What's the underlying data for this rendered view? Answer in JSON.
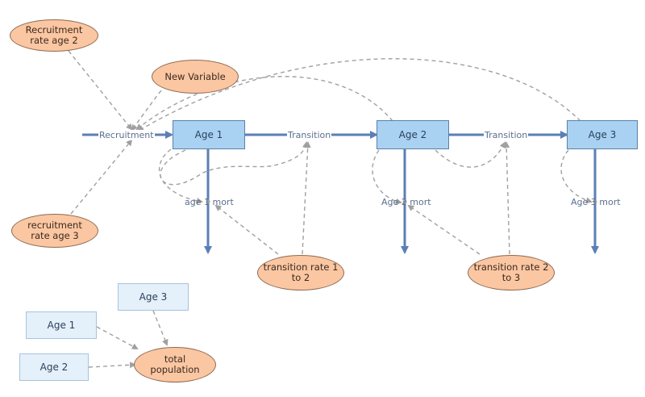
{
  "stocks": {
    "age1": "Age 1",
    "age2": "Age 2",
    "age3": "Age 3"
  },
  "flows": {
    "recruitment": "Recruitment",
    "transition1": "Transition",
    "transition2": "Transition",
    "mort1": "age 1 mort",
    "mort2": "Age 2 mort",
    "mort3": "Age 3 mort"
  },
  "variables": {
    "recruitment_rate_age2": "Recruitment rate age 2",
    "new_variable": "New Variable",
    "recruitment_rate_age3": "recruitment rate age 3",
    "transition_rate_1_2": "transition rate 1 to 2",
    "transition_rate_2_3": "transition rate 2 to 3",
    "total_population": "total population"
  },
  "ghosts": {
    "age3": "Age 3",
    "age1": "Age 1",
    "age2": "Age 2"
  },
  "colors": {
    "stock_fill": "#a9d2f2",
    "variable_fill": "#fbc6a2",
    "flow_arrow": "#5b7fb5",
    "link_dashed": "#a0a0a0"
  }
}
